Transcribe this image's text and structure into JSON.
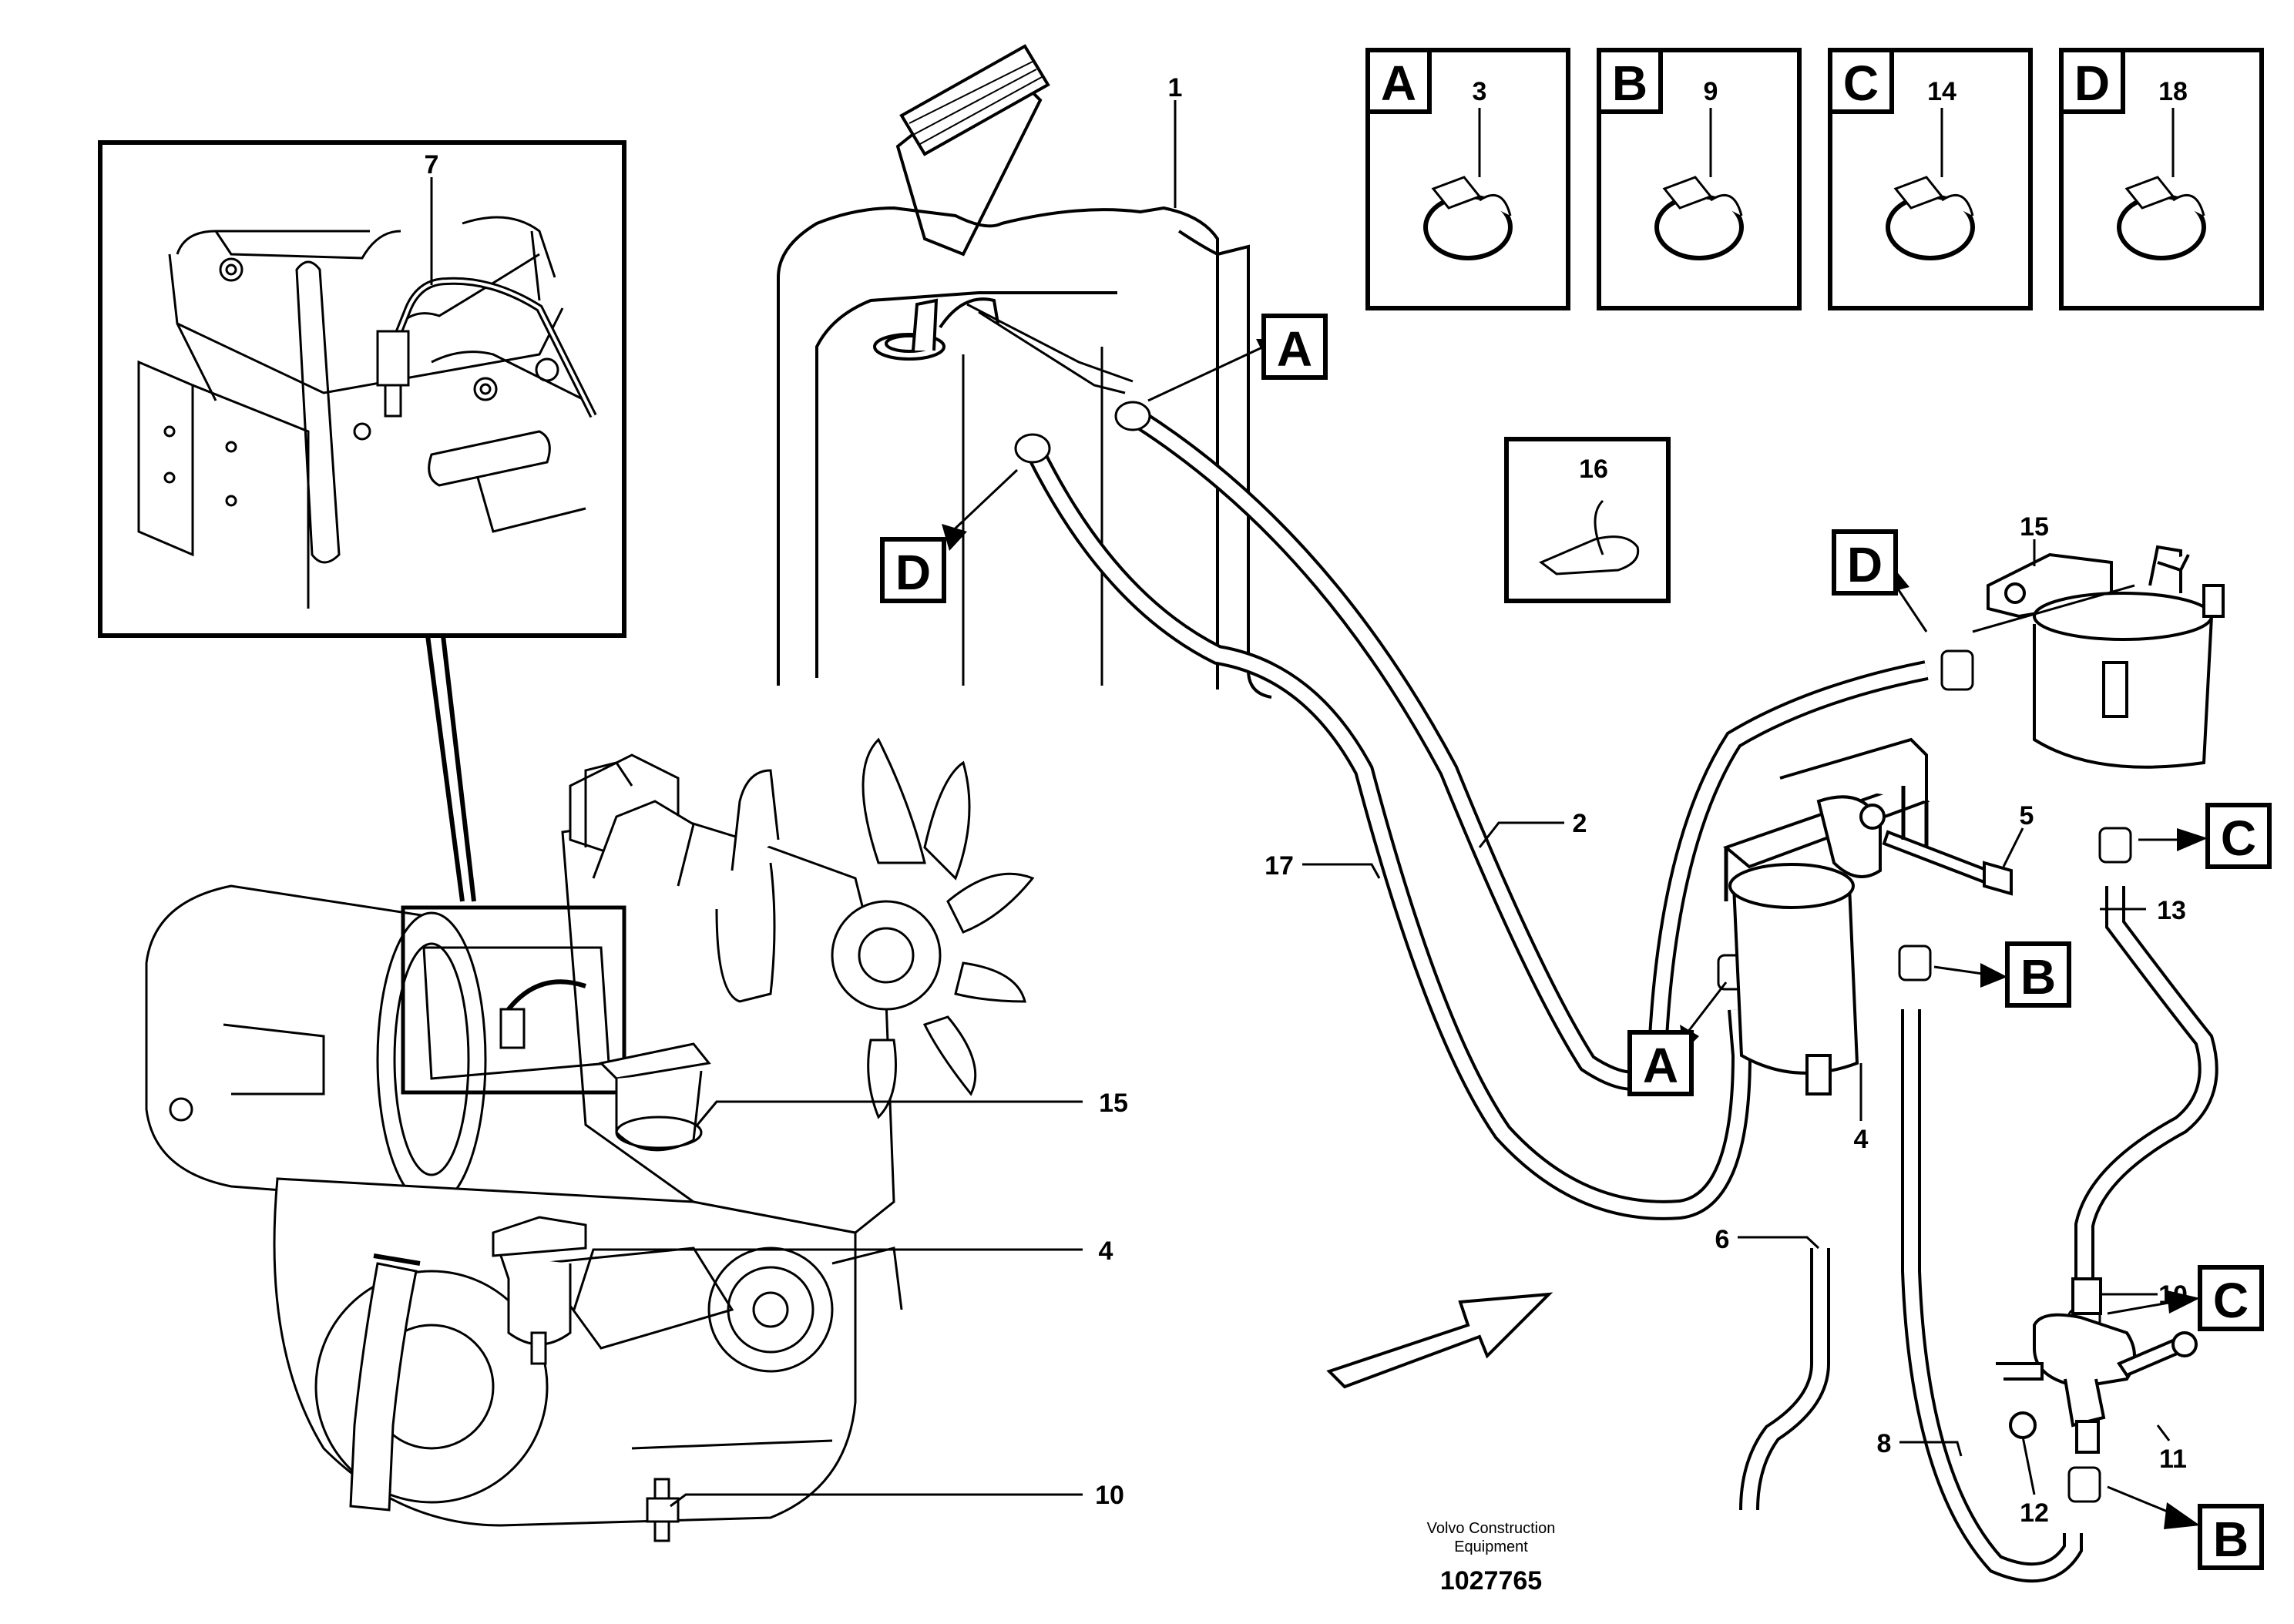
{
  "diagram": {
    "callouts": {
      "c1": "1",
      "c2": "2",
      "c3": "3",
      "c4a": "4",
      "c4b": "4",
      "c5": "5",
      "c6": "6",
      "c7": "7",
      "c8": "8",
      "c9": "9",
      "c10a": "10",
      "c10b": "10",
      "c11": "11",
      "c12": "12",
      "c13": "13",
      "c14": "14",
      "c15a": "15",
      "c15b": "15",
      "c16": "16",
      "c17": "17",
      "c18": "18"
    },
    "legend_boxes": [
      {
        "letter": "A",
        "part": "3"
      },
      {
        "letter": "B",
        "part": "9"
      },
      {
        "letter": "C",
        "part": "14"
      },
      {
        "letter": "D",
        "part": "18"
      }
    ],
    "markers": {
      "tank_a": "A",
      "tank_d": "D",
      "filter_a": "A",
      "filter_b": "B",
      "sep_d": "D",
      "sep_c": "C",
      "pump_c": "C",
      "pump_b": "B"
    },
    "footer": {
      "credit_line1": "Volvo Construction",
      "credit_line2": "Equipment",
      "doc_id": "1027765"
    }
  }
}
